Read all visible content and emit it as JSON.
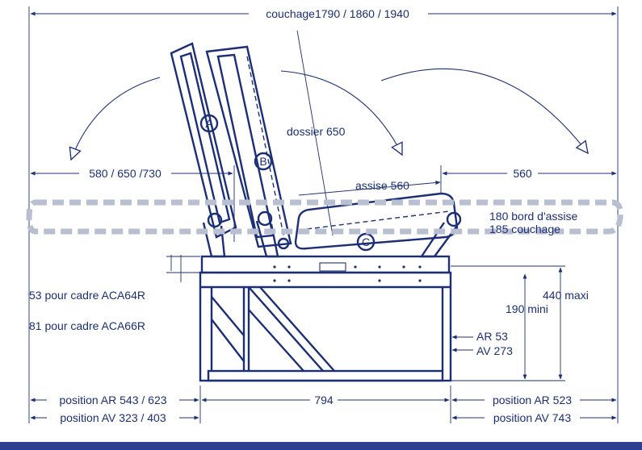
{
  "colors": {
    "ink": "#1b2f78",
    "band": "#b8bfd0",
    "bar": "#2d3f8f"
  },
  "labels": {
    "couchage": "couchage1790 / 1860 / 1940",
    "dossier": "dossier 650",
    "assise": "assise 560",
    "depth_left": "580 / 650 /730",
    "depth_right": "560",
    "bord_assise": "180 bord d'assise",
    "couchage_185": "185 couchage",
    "cadre_64": "53 pour cadre ACA64R",
    "cadre_66": "81 pour cadre ACA66R",
    "maxi": "440 maxi",
    "mini": "190 mini",
    "ar53": "AR 53",
    "av273": "AV 273",
    "pos_ar_left": "position AR 543 / 623",
    "pos_av_left": "position AV 323 / 403",
    "base_width": "794",
    "pos_ar_right": "position AR 523",
    "pos_av_right": "position AV 743"
  },
  "parts": {
    "a": "A",
    "b": "B",
    "c": "C"
  }
}
